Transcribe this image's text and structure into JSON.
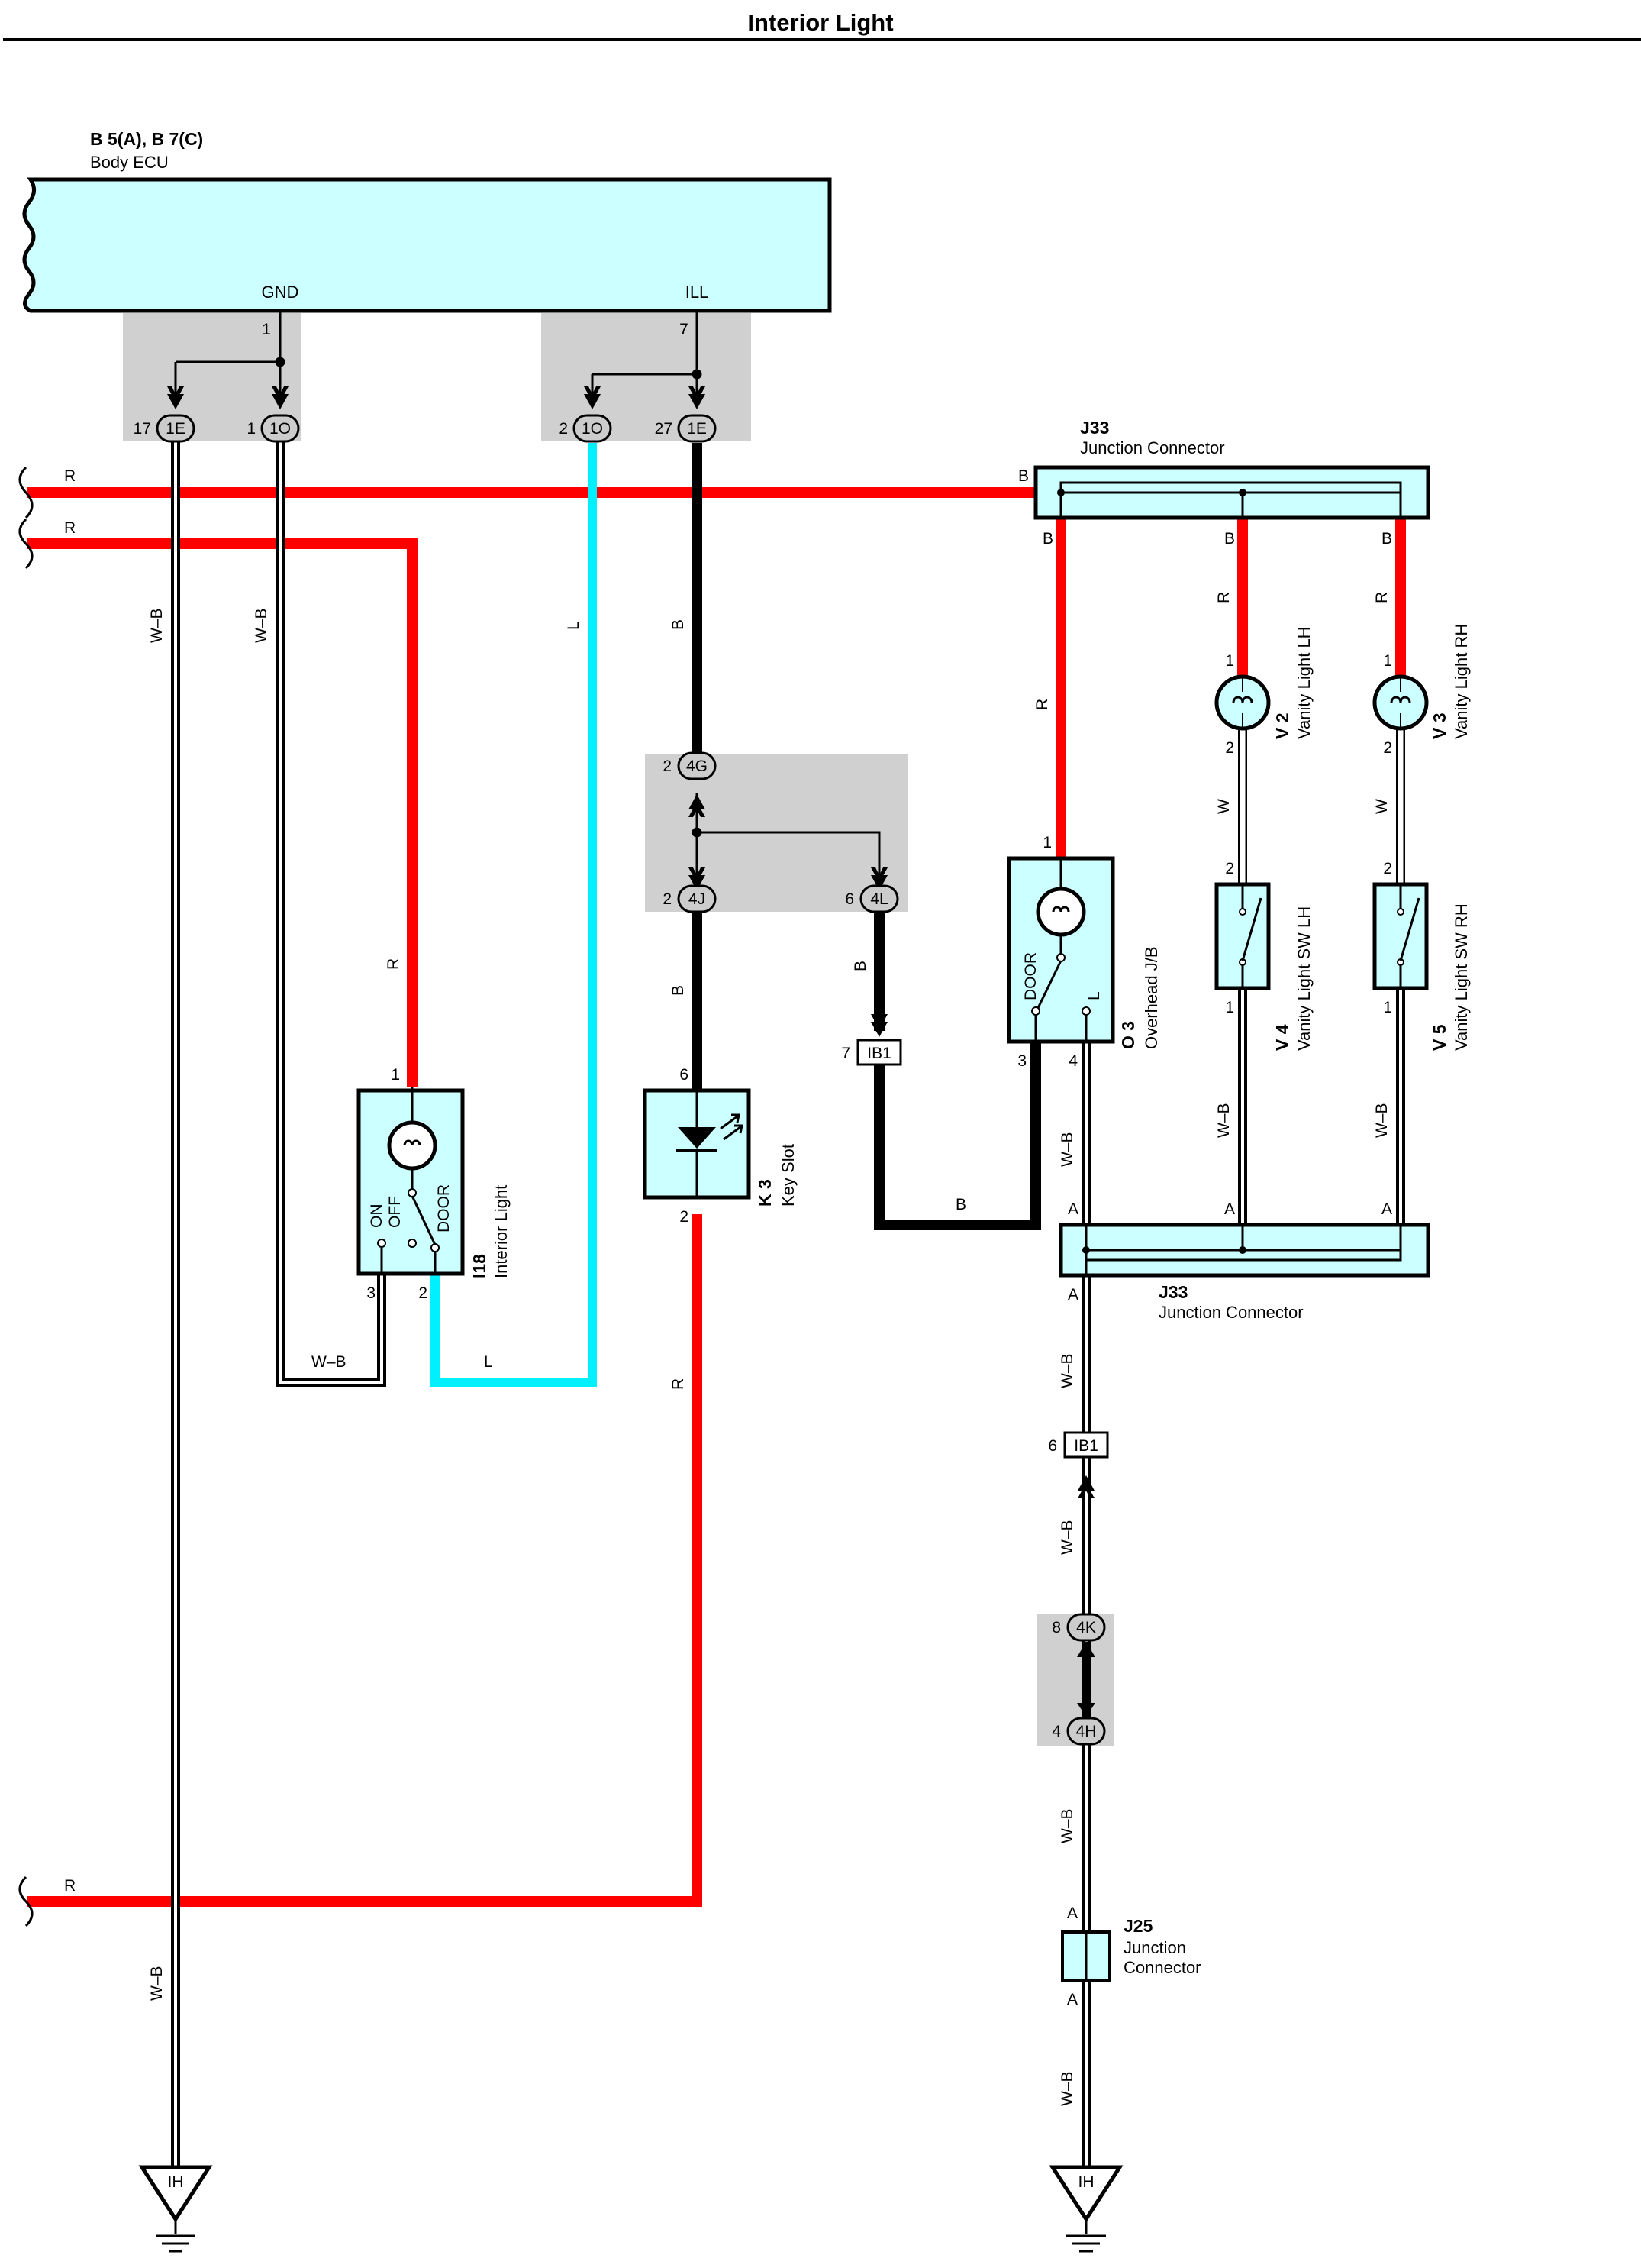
{
  "title": "Interior Light",
  "colors": {
    "red": "#ff0000",
    "light_blue": "#00f0ff",
    "black": "#000000",
    "component_fill": "#ccffff",
    "connector_shade": "#d0d0d0",
    "background": "#ffffff"
  },
  "ecu": {
    "code": "B 5(A), B 7(C)",
    "name": "Body ECU",
    "gnd_label": "GND",
    "ill_label": "ILL",
    "gnd_pin": "1",
    "ill_pin": "7"
  },
  "connectors": {
    "c1e_left": {
      "pin": "17",
      "name": "1E"
    },
    "c1o_left": {
      "pin": "1",
      "name": "1O"
    },
    "c1o_right": {
      "pin": "2",
      "name": "1O"
    },
    "c1e_right": {
      "pin": "27",
      "name": "1E"
    },
    "c4g": {
      "pin": "2",
      "name": "4G"
    },
    "c4j": {
      "pin": "2",
      "name": "4J"
    },
    "c4l": {
      "pin": "6",
      "name": "4L"
    },
    "ib1_upper": {
      "pin": "7",
      "name": "IB1"
    },
    "ib1_lower": {
      "pin": "6",
      "name": "IB1"
    },
    "c4k": {
      "pin": "8",
      "name": "4K"
    },
    "c4h": {
      "pin": "4",
      "name": "4H"
    }
  },
  "wires": {
    "r": "R",
    "wb": "W–B",
    "l": "L",
    "b": "B",
    "w": "W"
  },
  "j33_top": {
    "code": "J33",
    "name": "Junction Connector",
    "pin_in": "B",
    "pin_out1": "B",
    "pin_out2": "B",
    "pin_out3": "B"
  },
  "j33_bottom": {
    "code": "J33",
    "name": "Junction Connector",
    "pin_a1": "A",
    "pin_a2": "A",
    "pin_a3": "A",
    "pin_out": "A"
  },
  "j25": {
    "code": "J25",
    "name_line1": "Junction",
    "name_line2": "Connector",
    "pin_top": "A",
    "pin_bottom": "A"
  },
  "interior_light": {
    "code": "I18",
    "name": "Interior Light",
    "on": "ON",
    "off": "OFF",
    "door": "DOOR",
    "pin_top": "1",
    "pin_gnd": "3",
    "pin_sig": "2"
  },
  "key_slot": {
    "code": "K 3",
    "name": "Key Slot",
    "pin_top": "6",
    "pin_bottom": "2"
  },
  "overhead_jb": {
    "code": "O 3",
    "name": "Overhead J/B",
    "door": "DOOR",
    "l": "L",
    "pin_top": "1",
    "pin_b": "3",
    "pin_l": "4"
  },
  "vanity_lh": {
    "code": "V 2",
    "name": "Vanity Light LH",
    "pin_top": "1",
    "pin_bottom": "2"
  },
  "vanity_rh": {
    "code": "V 3",
    "name": "Vanity Light RH",
    "pin_top": "1",
    "pin_bottom": "2"
  },
  "vanity_sw_lh": {
    "code": "V 4",
    "name": "Vanity Light SW LH",
    "pin_top": "2",
    "pin_bottom": "1"
  },
  "vanity_sw_rh": {
    "code": "V 5",
    "name": "Vanity Light SW RH",
    "pin_top": "2",
    "pin_bottom": "1"
  },
  "ground": {
    "left": "IH",
    "right": "IH"
  }
}
